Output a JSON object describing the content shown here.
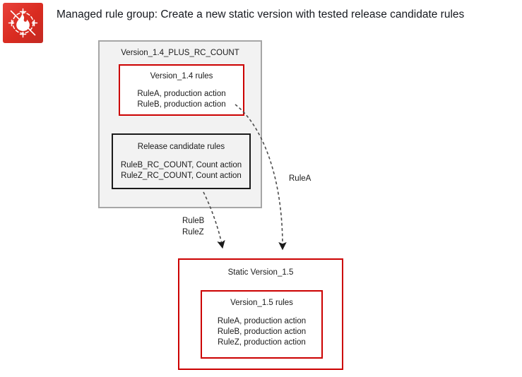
{
  "page": {
    "title": "Managed rule group: Create a new static version with tested release candidate rules",
    "background_color": "#ffffff",
    "accent_red": "#cc0000",
    "gray_border": "#a6a6a6",
    "gray_fill": "#f2f2f2"
  },
  "icon": {
    "name": "aws-waf-icon",
    "background_color": "#d92b20",
    "glyph_color": "#ffffff"
  },
  "diagram": {
    "outer_group": {
      "title": "Version_1.4_PLUS_RC_COUNT",
      "border_color": "#a6a6a6",
      "fill_color": "#f2f2f2"
    },
    "version_14_rules": {
      "title": "Version_1.4 rules",
      "border_color": "#cc0000",
      "rules": [
        "RuleA, production action",
        "RuleB, production action"
      ]
    },
    "release_candidate_rules": {
      "title": "Release candidate rules",
      "border_color": "#1a1a1a",
      "rules": [
        "RuleB_RC_COUNT, Count action",
        "RuleZ_RC_COUNT, Count action"
      ]
    },
    "static_version": {
      "title": "Static Version_1.5",
      "border_color": "#cc0000"
    },
    "version_15_rules": {
      "title": "Version_1.5 rules",
      "border_color": "#cc0000",
      "rules": [
        "RuleA, production action",
        "RuleB, production action",
        "RuleZ, production action"
      ]
    },
    "arrows": [
      {
        "id": "arrow-rulebz",
        "label_line_1": "RuleB",
        "label_line_2": "RuleZ",
        "from": "release-candidate-rules-box",
        "to": "static-version-15-box",
        "style": "dashed"
      },
      {
        "id": "arrow-rulea",
        "label_line_1": "RuleA",
        "from": "version-14-rules-box",
        "to": "static-version-15-box",
        "style": "dashed"
      }
    ]
  }
}
